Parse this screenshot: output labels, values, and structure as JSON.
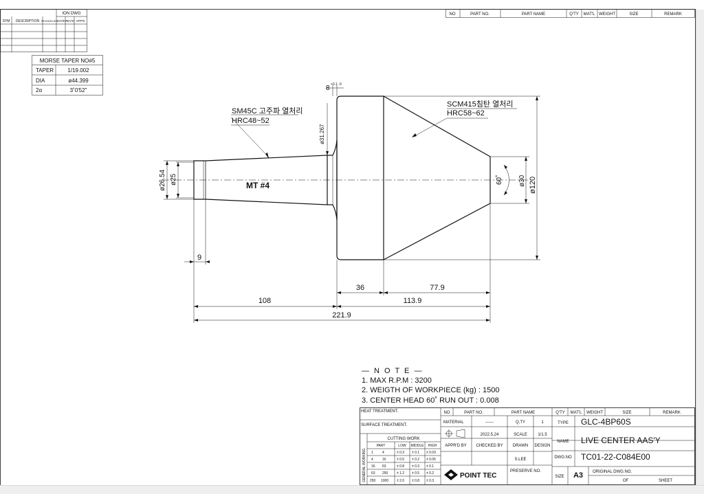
{
  "revision_block": {
    "title": "ION DWG",
    "headers": [
      "SYM",
      "DESCRIPTION",
      "REVISION NO.",
      "DATE",
      "REV'D",
      "APP'D"
    ]
  },
  "morse_taper": {
    "title": "MORSE TAPER NO#5",
    "rows": [
      {
        "label": "TAPER",
        "value": "1/19.002"
      },
      {
        "label": "DIA",
        "value": "ø44.399"
      },
      {
        "label": "2α",
        "value": "3˚0'52\""
      }
    ]
  },
  "top_parts_header": [
    "NO",
    "PART NO.",
    "PART NAME",
    "Q'TY",
    "MAT'L",
    "WEIGHT",
    "SIZE",
    "REMARK"
  ],
  "drawing": {
    "material_shank": "SM45C 고주파 열처리",
    "hardness_shank": "HRC48~52",
    "material_head": "SCM415침탄 열처리",
    "hardness_head": "HRC58~62",
    "mt_label": "MT #4",
    "dims": {
      "d_shank_outer": "ø26.54",
      "d_shank_inner": "ø25",
      "d_neck": "ø31.267",
      "d_tip": "ø30",
      "d_body": "ø120",
      "angle": "60˚",
      "groove": "8",
      "groove_tol": "+0.1 -0",
      "len_9": "9",
      "len_36": "36",
      "len_77_9": "77.9",
      "len_108": "108",
      "len_113_9": "113.9",
      "len_221_9": "221.9"
    }
  },
  "notes": {
    "title": "— N O T E —",
    "items": [
      "1. MAX R.P.M : 3200",
      "2. WEIGTH OF WORKPIECE (kg) : 1500",
      "3. CENTER HEAD 60˚ RUN OUT : 0.008"
    ]
  },
  "title_block": {
    "heat_treatment": "HEAT TREATMENT.",
    "surface_treatment": "SURFACE TREATMENT.",
    "cutting_work": "CUTTING WORK",
    "general_working": "GENERAL WORKING",
    "tol_headers": [
      "PART",
      "LOW",
      "MIDDLE",
      "HIGH"
    ],
    "tol_rows": [
      [
        "1",
        "4",
        "± 0.3",
        "± 0.1",
        "± 0.03"
      ],
      [
        "4",
        "16",
        "± 0.5",
        "± 0.2",
        "± 0.05"
      ],
      [
        "16",
        "63",
        "± 0.8",
        "± 0.3",
        "± 0.1"
      ],
      [
        "63",
        "250",
        "± 1.2",
        "± 0.5",
        "± 0.2"
      ],
      [
        "250",
        "1000",
        "± 2.0",
        "± 0.8",
        "± 0.3"
      ]
    ],
    "parts_header": [
      "NO",
      "PART NO.",
      "PART NAME",
      "Q'TY",
      "MAT'L",
      "WEIGHT",
      "SIZE",
      "REMARK"
    ],
    "material_label": "MATERIAL",
    "material_value": "------",
    "qty_label": "Q,TY",
    "qty_value": "1",
    "type_label": "TYPE",
    "type_value": "GLC-4BP60S",
    "date_value": "2022.5.24",
    "scale_label": "SCALE",
    "scale_value": "1/1.5",
    "name_label": "NAME",
    "name_value": "LIVE CENTER AAS'Y",
    "apprd": "APPR'D BY",
    "checked": "CHECKED BY",
    "drawn": "DRAWN",
    "design": "DESIGN",
    "drawn_by": "S.LEE",
    "dwg_no_label": "DWG.NO",
    "dwg_no_value": "TC01-22-C084E00",
    "company": "POINT TEC",
    "preserve": "PRESERVE NO.",
    "size_label": "SIZE",
    "size_value": "A3",
    "original_dwg": "ORIGINAL DWG.NO.",
    "of_label": "OF",
    "sheet_label": "SHEET"
  },
  "colors": {
    "line": "#111111",
    "paper": "#ffffff",
    "chrome": "#eeeeee"
  }
}
